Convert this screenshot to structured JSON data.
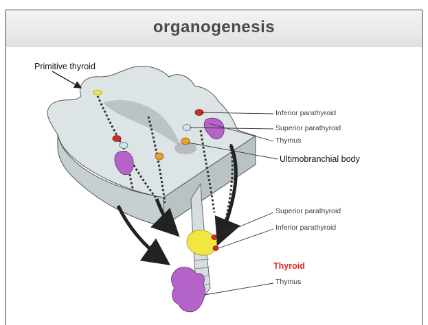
{
  "header": {
    "title": "organogenesis"
  },
  "labels": {
    "primitive_thyroid": "Primitive thyroid",
    "inferior_parathyroid_top": "Inferior parathyroid",
    "superior_parathyroid_top": "Superior parathyroid",
    "thymus_top": "Thymus",
    "ultimobranchial_body": "Ultimobranchial body",
    "superior_parathyroid_bottom": "Superior parathyroid",
    "inferior_parathyroid_bottom": "Inferior parathyroid",
    "thyroid": "Thyroid",
    "thymus_bottom": "Thymus"
  },
  "colors": {
    "tissue": "#d8e0e2",
    "thymus": "#b463c8",
    "parathyroid_red": "#c83028",
    "ultimobranchial": "#e8a030",
    "thyroid_yellow": "#f2e640",
    "accent_label": "#e0271d"
  }
}
